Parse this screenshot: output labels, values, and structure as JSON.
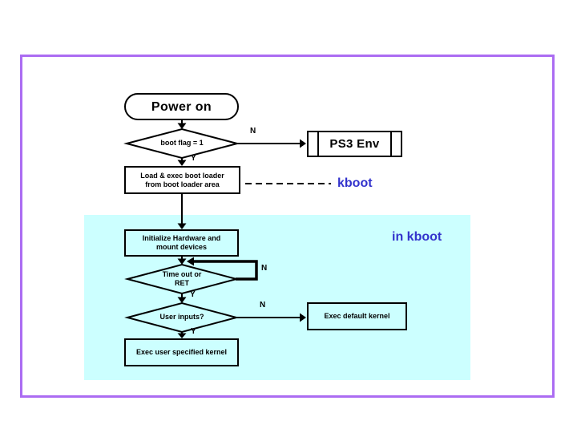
{
  "diagram": {
    "title_node": "Power on",
    "nodes": {
      "power_on": {
        "label": "Power on"
      },
      "boot_flag": {
        "label": "boot flag = 1"
      },
      "ps3_env": {
        "label": "PS3 Env"
      },
      "load_loader": {
        "line1": "Load & exec boot loader",
        "line2": "from boot loader area"
      },
      "init_hw": {
        "line1": "Initialize Hardware and",
        "line2": "mount devices"
      },
      "timeout": {
        "line1": "Time out or",
        "line2": "RET"
      },
      "user_inputs": {
        "label": "User inputs?"
      },
      "exec_default": {
        "label": "Exec default kernel"
      },
      "exec_user": {
        "label": "Exec user specified kernel"
      }
    },
    "annotations": {
      "kboot": "kboot",
      "in_kboot": "in kboot"
    },
    "branch_labels": {
      "boot_flag_no": "N",
      "boot_flag_yes": "Y",
      "timeout_no": "N",
      "timeout_yes": "Y",
      "user_inputs_no": "N",
      "user_inputs_yes": "Y"
    },
    "colors": {
      "frame_purple": "#ab6cf2",
      "region_cyan": "#ccffff",
      "annotation_blue": "#3333cc",
      "line_black": "#000000"
    }
  }
}
